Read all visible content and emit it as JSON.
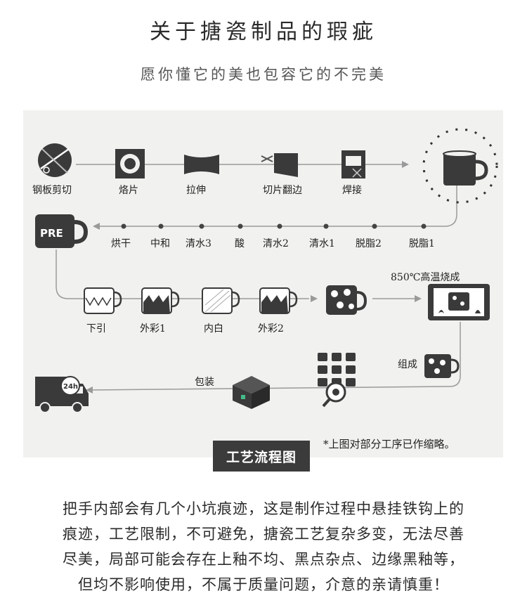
{
  "header": {
    "title": "关于搪瓷制品的瑕疵",
    "subtitle": "愿你懂它的美也包容它的不完美"
  },
  "process": {
    "row1": [
      "钢板剪切",
      "烙片",
      "拉伸",
      "切片翻边",
      "焊接"
    ],
    "row2": [
      "烘干",
      "中和",
      "清水3",
      "酸",
      "清水2",
      "清水1",
      "脱脂2",
      "脱脂1"
    ],
    "row3": [
      "下引",
      "外彩1",
      "内白",
      "外彩2"
    ],
    "firing": "850℃高温烧成",
    "assemble": "组成",
    "package": "包装",
    "pre_mark": "PRE",
    "delivery_mark": "24h"
  },
  "badge": "工艺流程图",
  "note": "*上图对部分工序已作缩略。",
  "description": [
    "把手内部会有几个小坑痕迹，这是制作过程中悬挂铁钩上的",
    "痕迹，工艺限制，不可避免，搪瓷工艺复杂多变，无法尽善",
    "尽美，局部可能会存在上釉不均、黑点杂点、边缘黑釉等，",
    "但均不影响使用，不属于质量问题，介意的亲请慎重！"
  ]
}
